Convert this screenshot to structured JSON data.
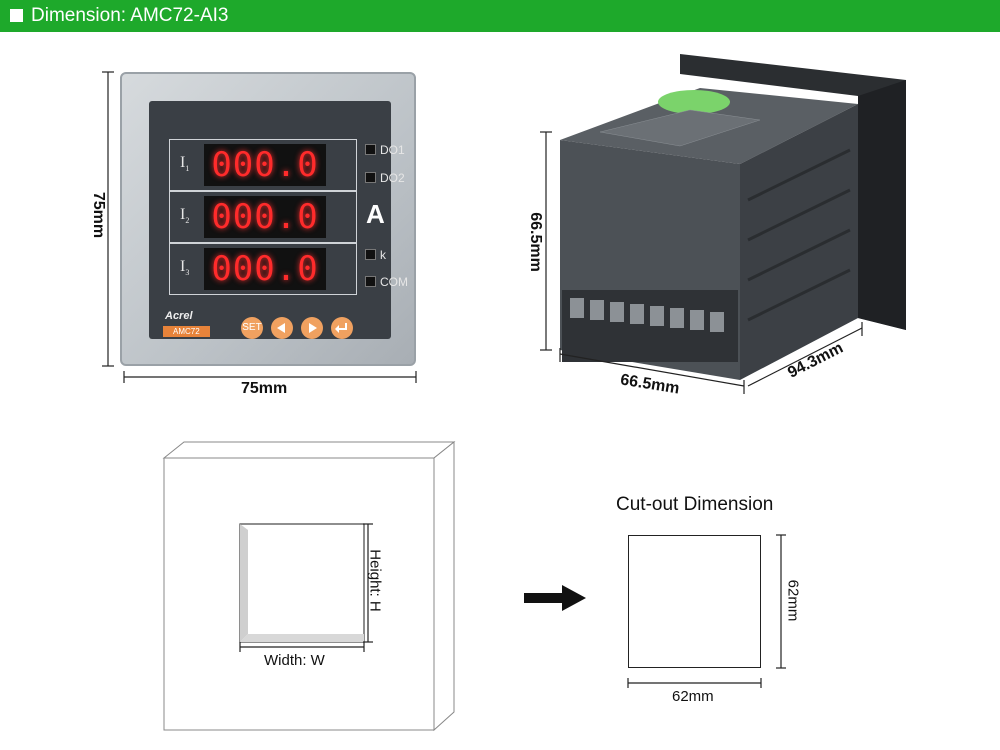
{
  "header": {
    "title": "Dimension: AMC72-AI3",
    "bg_color": "#1ea92b"
  },
  "front_meter": {
    "height_label": "75mm",
    "width_label": "75mm",
    "rows": [
      {
        "name": "I",
        "sub": "1",
        "value": "000.0"
      },
      {
        "name": "I",
        "sub": "2",
        "value": "000.0"
      },
      {
        "name": "I",
        "sub": "3",
        "value": "000.0"
      }
    ],
    "indicators": {
      "do1": "DO1",
      "do2": "DO2",
      "k": "k",
      "com": "COM"
    },
    "unit": "A",
    "brand": "Acrel",
    "model": "AMC72",
    "buttons": {
      "set": "SET"
    }
  },
  "rear_meter": {
    "height_label": "66.5mm",
    "width_label": "66.5mm",
    "depth_label": "94.3mm"
  },
  "panel_diagram": {
    "height_label": "Height: H",
    "width_label": "Width: W"
  },
  "cutout": {
    "title": "Cut-out Dimension",
    "height_label": "62mm",
    "width_label": "62mm"
  }
}
